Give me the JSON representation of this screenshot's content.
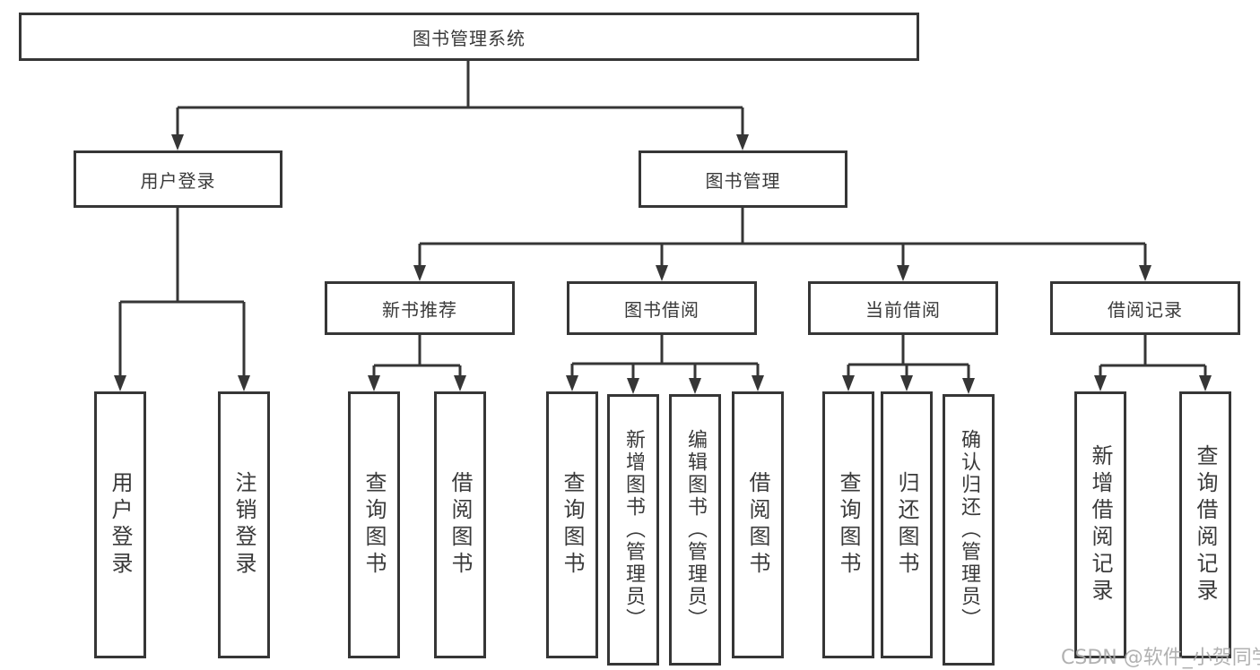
{
  "title": "图书管理系统",
  "tree": {
    "label": "图书管理系统",
    "children": [
      {
        "label": "用户登录",
        "children": [
          {
            "label": "用户登录"
          },
          {
            "label": "注销登录"
          }
        ]
      },
      {
        "label": "图书管理",
        "children": [
          {
            "label": "新书推荐",
            "children": [
              {
                "label": "查询图书"
              },
              {
                "label": "借阅图书"
              }
            ]
          },
          {
            "label": "图书借阅",
            "children": [
              {
                "label": "查询图书"
              },
              {
                "label": "新增图书（管理员）"
              },
              {
                "label": "编辑图书（管理员）"
              },
              {
                "label": "借阅图书"
              }
            ]
          },
          {
            "label": "当前借阅",
            "children": [
              {
                "label": "查询图书"
              },
              {
                "label": "归还图书"
              },
              {
                "label": "确认归还（管理员）"
              }
            ]
          },
          {
            "label": "借阅记录",
            "children": [
              {
                "label": "新增借阅记录"
              },
              {
                "label": "查询借阅记录"
              }
            ]
          }
        ]
      }
    ]
  },
  "watermark": "CSDN @软件_小贺同学",
  "colors": {
    "line": "#363636",
    "box_background": "#ffffff",
    "text": "#3a3a3a",
    "watermark": "#a8a8a8"
  }
}
